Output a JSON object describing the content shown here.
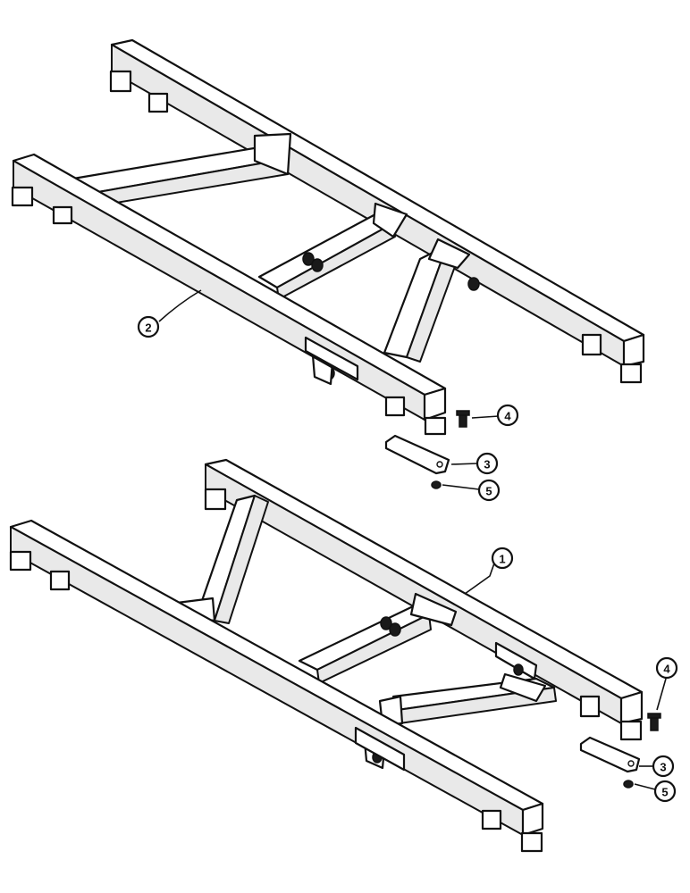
{
  "callouts": {
    "c1": "1",
    "c2": "2",
    "c3_upper": "3",
    "c4_upper": "4",
    "c5_upper": "5",
    "c3_lower": "3",
    "c4_lower": "4",
    "c5_lower": "5"
  },
  "colors": {
    "line": "#111111",
    "background": "#ffffff"
  }
}
